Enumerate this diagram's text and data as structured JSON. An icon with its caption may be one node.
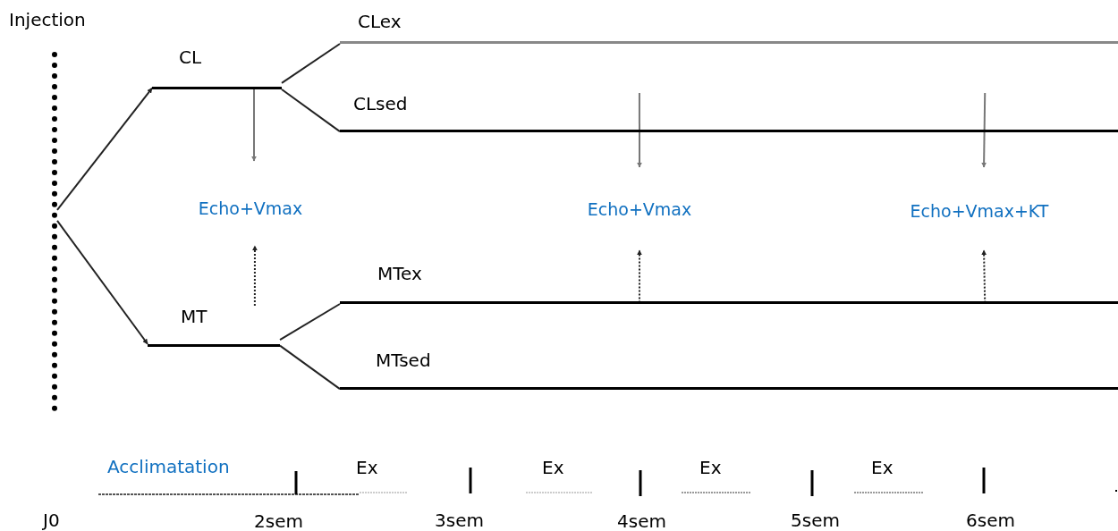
{
  "diagram": {
    "nodes": [
      {
        "text": [],
        "shape": "bar"
      },
      {
        "text": [
          "CL"
        ]
      },
      {
        "text": [
          "MT"
        ]
      },
      {
        "text": [
          "CLex"
        ]
      },
      {
        "text": [
          "CLsed"
        ]
      },
      {
        "text": [
          "MTex"
        ]
      },
      {
        "text": [
          "MTsed"
        ]
      },
      {
        "text": [
          "Echo+Vmax"
        ]
      },
      {
        "text": [
          "Echo+Vmax"
        ]
      },
      {
        "text": [
          "Echo+Vmax+KT"
        ]
      }
    ],
    "edges": [
      {
        "from": 0,
        "to": 1,
        "arrow": "to"
      },
      {
        "from": 0,
        "to": 2,
        "arrow": "to"
      },
      {
        "from": 1,
        "to": 3,
        "arrow": "none"
      },
      {
        "from": 1,
        "to": 4,
        "arrow": "none"
      },
      {
        "from": 2,
        "to": 5,
        "arrow": "none"
      },
      {
        "from": 2,
        "to": 6,
        "arrow": "none"
      },
      {
        "from": 1,
        "to": 7,
        "arrow": "to",
        "color": "#777777"
      },
      {
        "from": 2,
        "to": 7,
        "arrow": "to",
        "style": "dashed"
      },
      {
        "from": 4,
        "to": 8,
        "arrow": "to",
        "color": "#777777"
      },
      {
        "from": 5,
        "to": 8,
        "arrow": "to",
        "style": "dashed"
      },
      {
        "from": 4,
        "to": 9,
        "arrow": "to",
        "color": "#777777"
      },
      {
        "from": 5,
        "to": 9,
        "arrow": "to",
        "style": "dashed"
      }
    ],
    "labels": [
      "Injection",
      "Acclimatation",
      "Ex",
      "Ex",
      "Ex",
      "Ex",
      "J0",
      "2sem",
      "3sem",
      "4sem",
      "5sem",
      "6sem"
    ]
  }
}
